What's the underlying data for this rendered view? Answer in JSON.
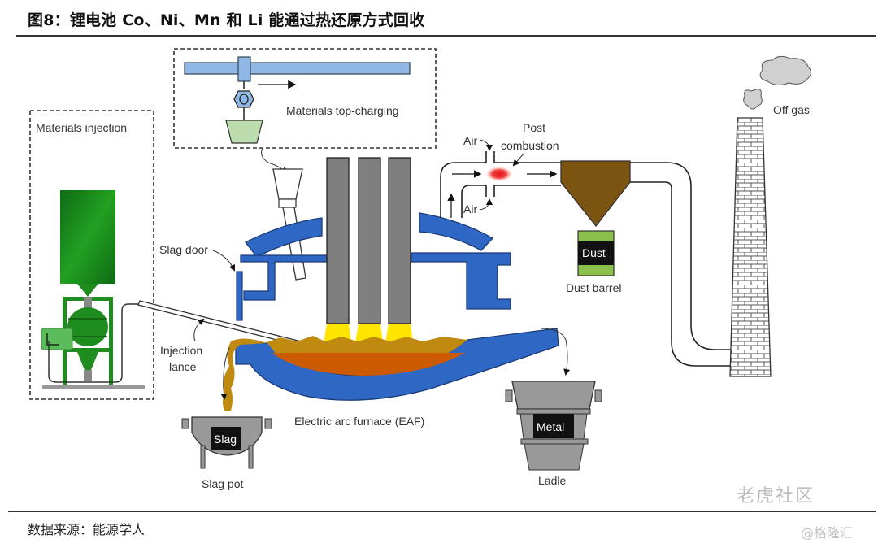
{
  "header": {
    "title": "图8：锂电池 Co、Ni、Mn 和 Li 能通过热还原方式回收"
  },
  "diagram": {
    "labels": {
      "materials_injection": "Materials injection",
      "materials_top_charging": "Materials top-charging",
      "slag_door": "Slag door",
      "injection_lance": "Injection",
      "injection_lance_2": "lance",
      "air_top": "Air",
      "air_bottom": "Air",
      "post_combustion_1": "Post",
      "post_combustion_2": "combustion",
      "dust": "Dust",
      "dust_barrel": "Dust barrel",
      "off_gas": "Off gas",
      "eaf": "Electric arc furnace (EAF)",
      "slag": "Slag",
      "slag_pot": "Slag pot",
      "metal": "Metal",
      "ladle": "Ladle"
    },
    "colors": {
      "furnace_blue": "#2f68c4",
      "electrode_gray": "#7f7f7f",
      "arc_yellow": "#ffe600",
      "slag_gold": "#c08a10",
      "melt_orange": "#cc5a00",
      "injector_green": "#1e8c1e",
      "crane_blue": "#8fb8e4",
      "bucket_green": "#bcdcae",
      "dust_brown": "#7a5410",
      "barrel_green": "#8cc04c",
      "flame_red": "#e8121a"
    }
  },
  "footer": {
    "source": "数据来源：能源学人",
    "watermark_1": "老虎社区",
    "watermark_2": "@格隆汇"
  }
}
